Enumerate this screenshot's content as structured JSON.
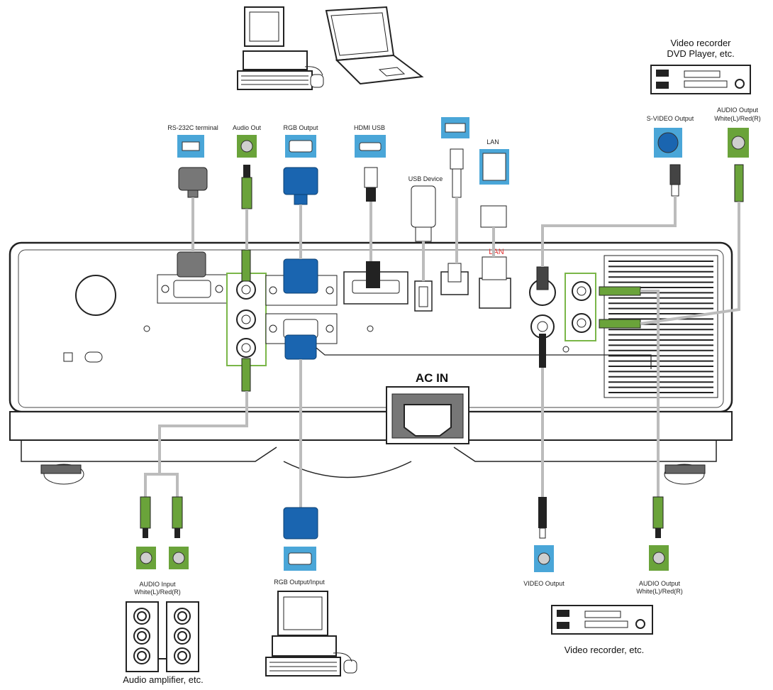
{
  "labels": {
    "rs232c_terminal": "RS-232C terminal",
    "audio_out": "Audio Out",
    "rgb_output": "RGB Output",
    "hdmi_usb": "HDMI USB",
    "usb_device": "USB Device",
    "lan_top": "LAN",
    "s_video_output": "S-VIDEO Output",
    "audio_output_top": "AUDIO Output",
    "audio_output_top_sub": "White(L)/Red(R)",
    "video_recorder_top": "Video recorder",
    "dvd_player": "DVD Player, etc.",
    "audio_input": "AUDIO Input",
    "audio_input_sub": "White(L)/Red(R)",
    "rgb_output_input": "RGB Output/Input",
    "video_output": "VIDEO Output",
    "audio_output_bottom": "AUDIO Output",
    "audio_output_bottom_sub": "White(L)/Red(R)",
    "video_recorder_bottom": "Video recorder, etc.",
    "audio_amplifier": "Audio amplifier, etc.",
    "ac_in": "AC  IN",
    "lan_port": "LAN"
  },
  "colors": {
    "blue_box": "#4aa6d8",
    "vga_blue": "#1a65b0",
    "green_box": "#6aa33a",
    "highlight_green": "#7ab648",
    "cable": "#bcbcbc",
    "port_red_text": "#e23030"
  }
}
